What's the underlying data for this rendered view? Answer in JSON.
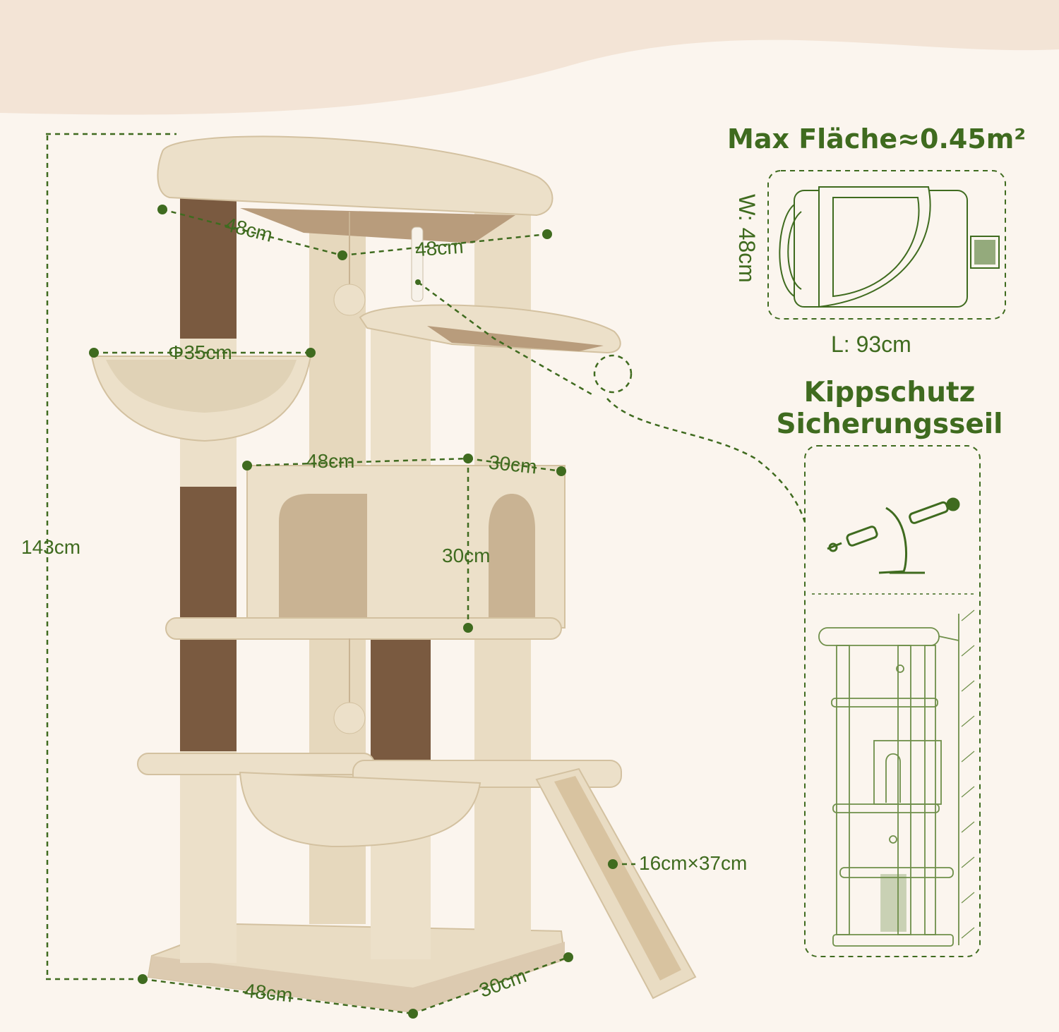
{
  "colors": {
    "accent": "#3f6b1f",
    "plush": "#ece0c9",
    "plush_shadow": "#d9c8aa",
    "sisal": "#7a5a40",
    "background": "#fbf5ee",
    "top_wave": "#f3e4d6"
  },
  "dimensions": {
    "height": "143cm",
    "top_platform_length": "48cm",
    "top_platform_width": "48cm",
    "basket_diameter": "Φ35cm",
    "condo_width": "48cm",
    "condo_depth": "30cm",
    "condo_height": "30cm",
    "ramp_size": "16cm×37cm",
    "base_length": "48cm",
    "base_width": "30cm"
  },
  "footprint_panel": {
    "title": "Max Fläche≈0.45m²",
    "width_label": "W: 48cm",
    "length_label": "L: 93cm"
  },
  "anti_tip_panel": {
    "title_line1": "Kippschutz",
    "title_line2": "Sicherungsseil"
  },
  "icons": {
    "footprint": "top-view-footprint-icon",
    "screw_kit": "wall-anchor-screw-icon",
    "wall_mount": "cat-tree-wall-mount-icon"
  }
}
